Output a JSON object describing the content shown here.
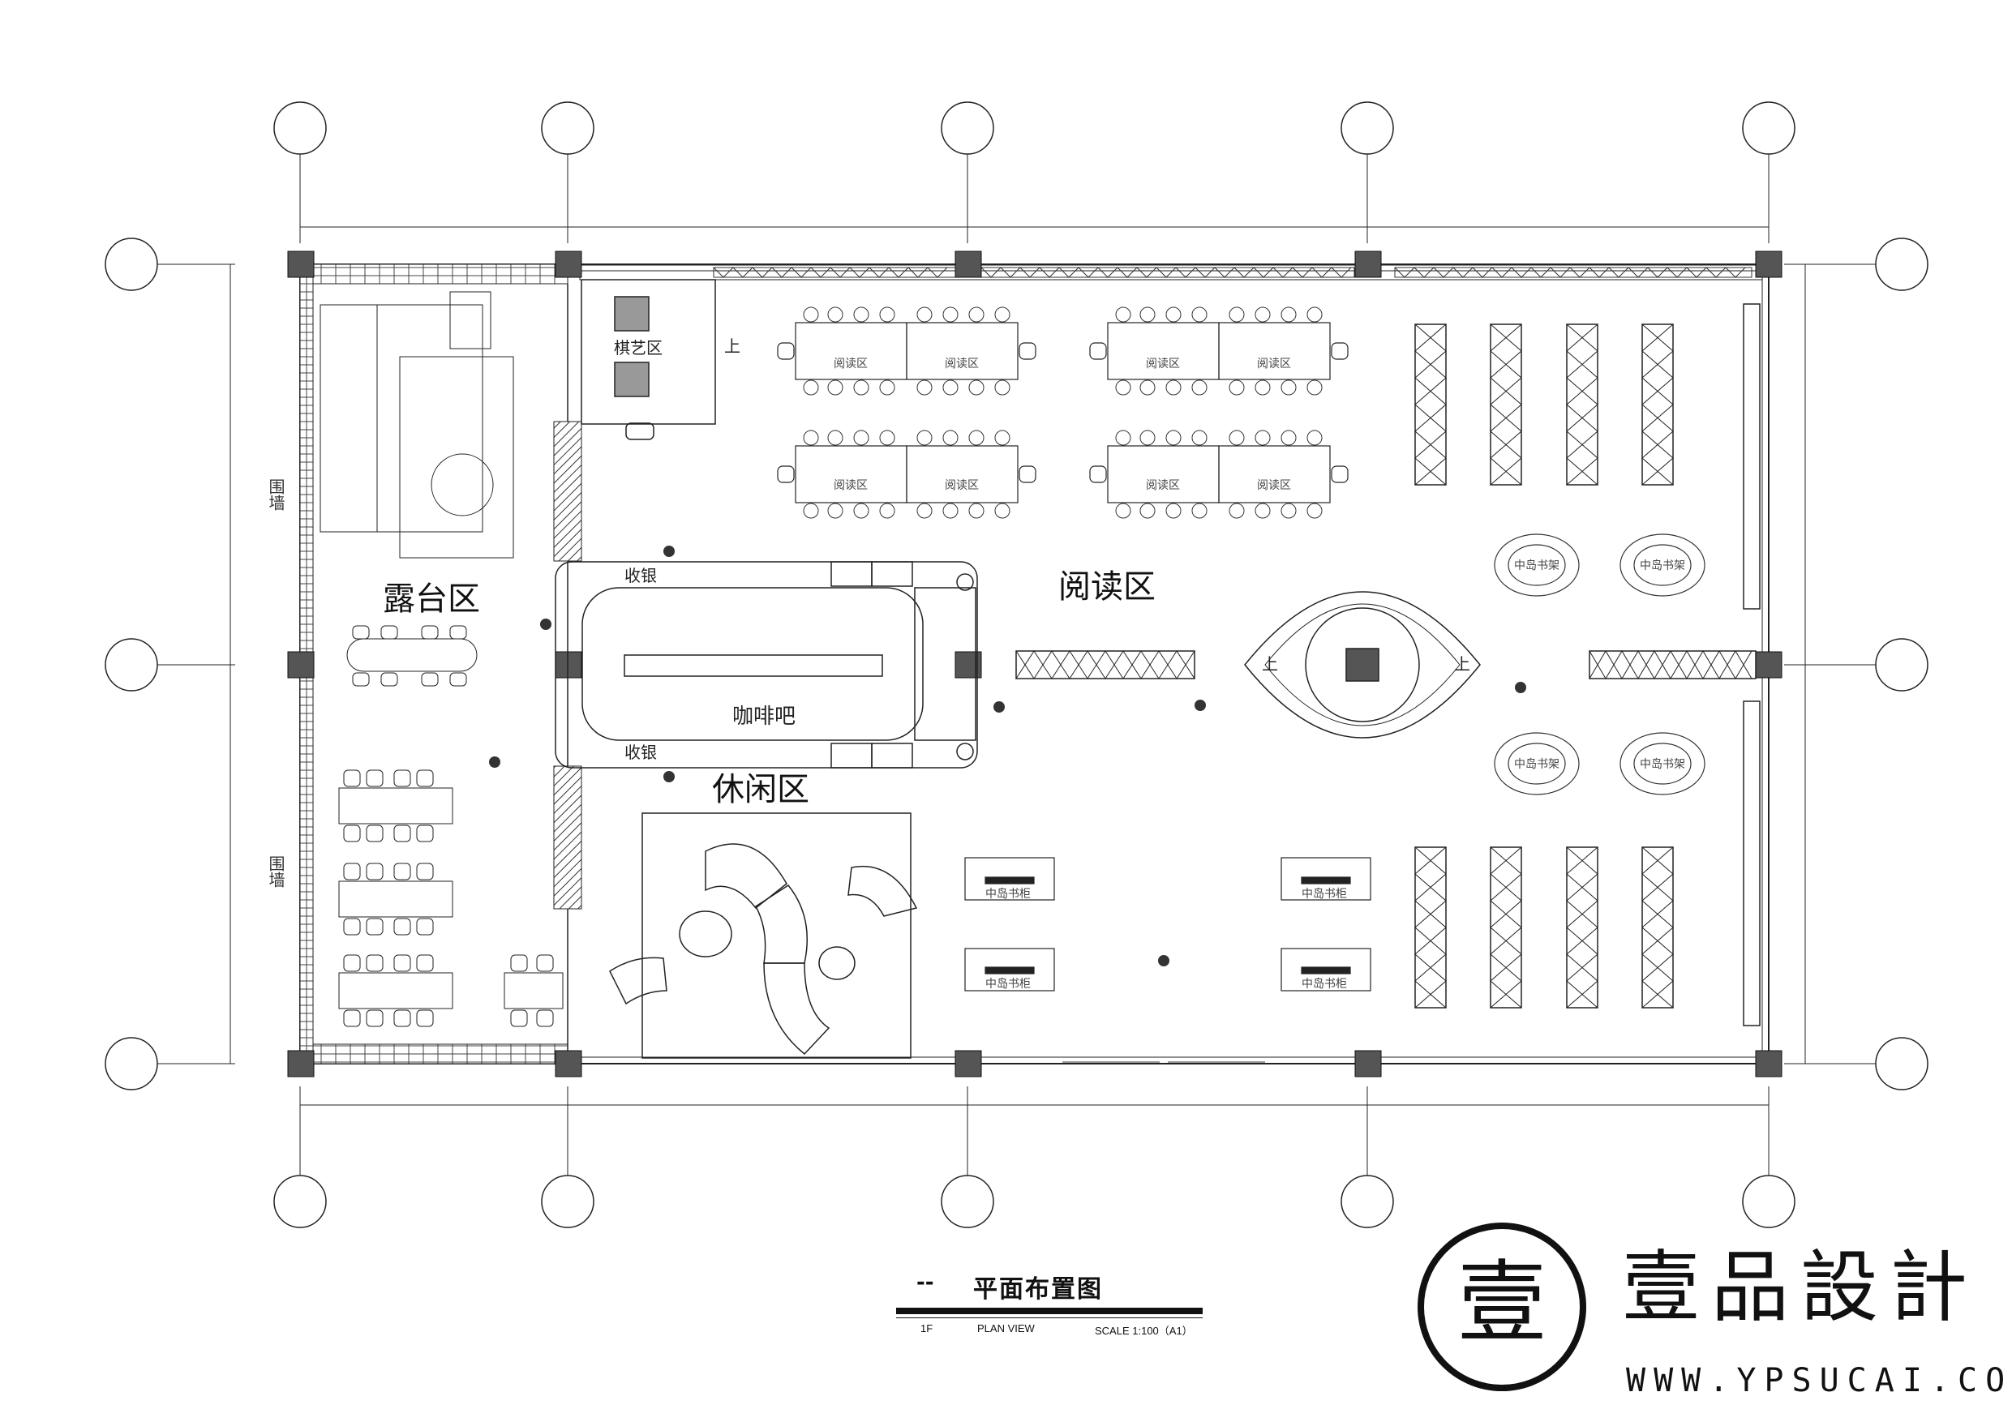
{
  "drawing": {
    "zones": {
      "terrace": "露台区",
      "reading": "阅读区",
      "cafe": "咖啡吧",
      "leisure": "休闲区",
      "chess": "棋艺区",
      "cashier_top": "收银",
      "cashier_bottom": "收银",
      "wall_top": "围墙",
      "wall_bottom": "围墙",
      "up_chess": "上",
      "up_kiosk_left": "上",
      "up_kiosk_right": "上"
    },
    "table_label": "阅读区",
    "island_shelf_label": "中岛书柜",
    "island_rack_label": "中岛书架"
  },
  "title_block": {
    "dash": "--",
    "title": "平面布置图",
    "floor": "1F",
    "view": "PLAN VIEW",
    "scale": "SCALE 1:100（A1）"
  },
  "brand": {
    "name": "壹品設計",
    "url": "WWW.YPSUCAI.COM",
    "seal_char": "壹"
  }
}
